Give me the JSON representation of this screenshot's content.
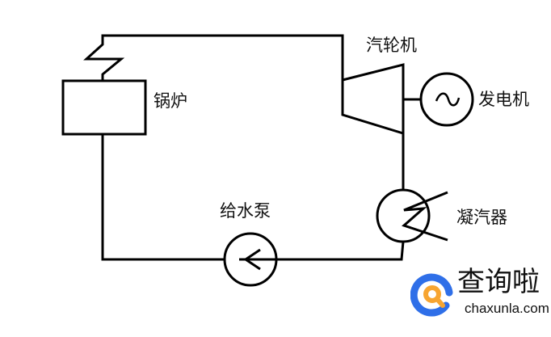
{
  "labels": {
    "boiler": "锅炉",
    "turbine": "汽轮机",
    "generator": "发电机",
    "condenser": "凝汽器",
    "feed_pump": "给水泵"
  },
  "watermark": {
    "name": "查询啦",
    "url": "chaxunla.com",
    "colors": {
      "blue": "#2f6fe8",
      "orange": "#f7a531"
    }
  }
}
